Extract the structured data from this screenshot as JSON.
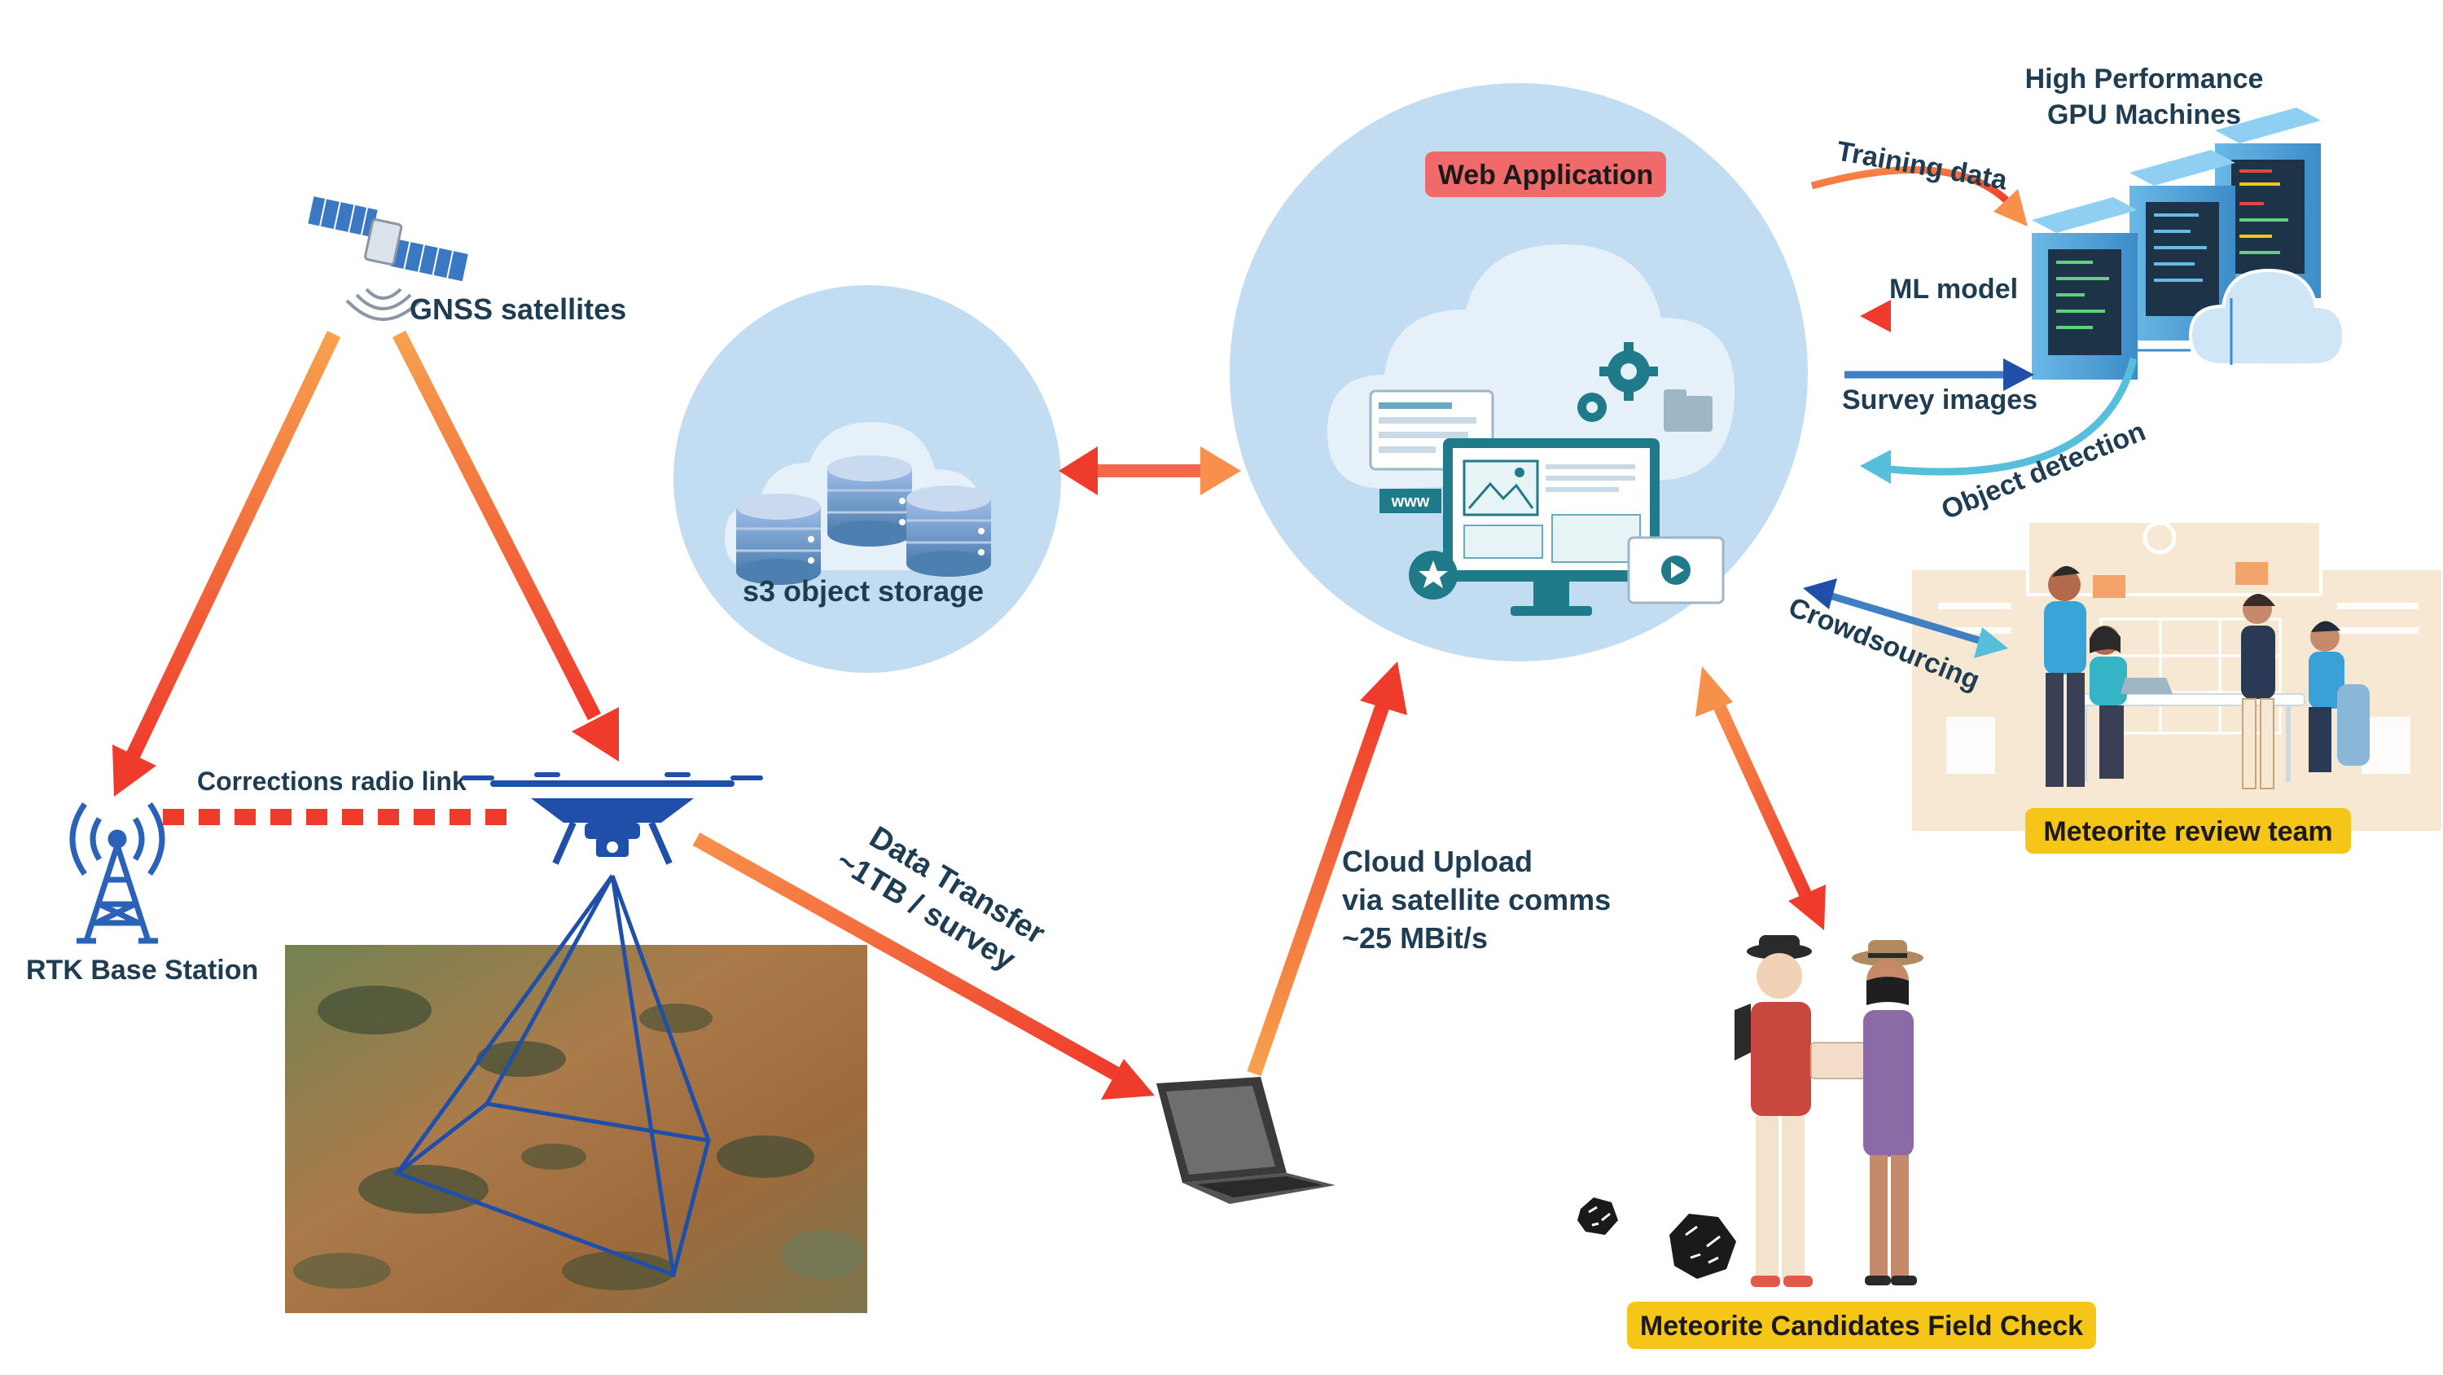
{
  "labels": {
    "gnss": "GNSS satellites",
    "rtk": "RTK Base Station",
    "corrections": "Corrections radio link",
    "s3": "s3 object storage",
    "data_transfer_1": "Data Transfer",
    "data_transfer_2": "~1TB / survey",
    "cloud_upload_1": "Cloud Upload",
    "cloud_upload_2": "via satellite comms",
    "cloud_upload_3": "~25 MBit/s",
    "web_app": "Web Application",
    "gpu_1": "High Performance",
    "gpu_2": "GPU Machines",
    "training_data": "Training data",
    "ml_model": "ML model",
    "survey_images": "Survey images",
    "object_detection": "Object detection",
    "crowdsourcing": "Crowdsourcing",
    "review_team": "Meteorite review team",
    "field_check": "Meteorite Candidates Field Check",
    "www": "www"
  },
  "colors": {
    "circle": "#c2ddf2",
    "web_badge": "#f06a6a",
    "yellow_badge": "#f5c518",
    "arrow_orange": "#f7904a",
    "arrow_red": "#ef3b2c",
    "drone": "#1f4fa8",
    "tower": "#2a62b8"
  }
}
